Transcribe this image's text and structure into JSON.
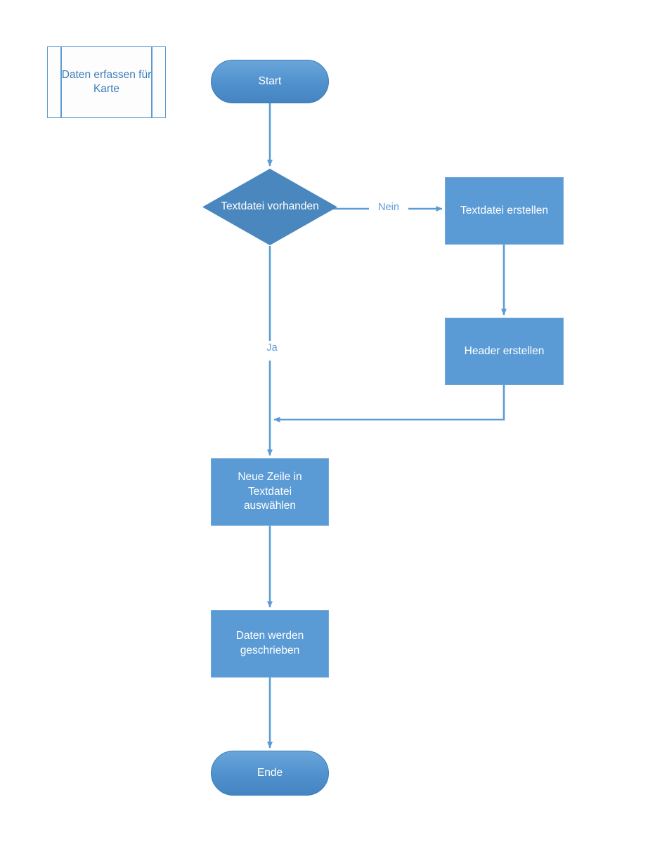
{
  "diagram": {
    "title_shape": {
      "label": "Daten erfassen für Karte",
      "shape": "predefined-process"
    },
    "colors": {
      "node_fill": "#5B9BD5",
      "node_text": "#FFFFFF",
      "connector": "#5B9BD5",
      "title_text": "#3C7CB8",
      "title_border": "#5B9BD5",
      "terminator_border": "#3D7EB9",
      "background": "#FFFFFF"
    },
    "nodes": [
      {
        "id": "start",
        "type": "terminator",
        "label": "Start"
      },
      {
        "id": "decision",
        "type": "decision",
        "label": "Textdatei vorhanden"
      },
      {
        "id": "create_file",
        "type": "process",
        "label": "Textdatei erstellen"
      },
      {
        "id": "create_header",
        "type": "process",
        "label": "Header erstellen"
      },
      {
        "id": "select_row",
        "type": "process",
        "label": "Neue Zeile in Textdatei auswählen"
      },
      {
        "id": "write_data",
        "type": "process",
        "label": "Daten werden geschrieben"
      },
      {
        "id": "end",
        "type": "terminator",
        "label": "Ende"
      }
    ],
    "edges": [
      {
        "from": "start",
        "to": "decision",
        "label": ""
      },
      {
        "from": "decision",
        "to": "create_file",
        "label": "Nein"
      },
      {
        "from": "decision",
        "to": "select_row",
        "label": "Ja"
      },
      {
        "from": "create_file",
        "to": "create_header",
        "label": ""
      },
      {
        "from": "create_header",
        "to": "select_row",
        "label": ""
      },
      {
        "from": "select_row",
        "to": "write_data",
        "label": ""
      },
      {
        "from": "write_data",
        "to": "end",
        "label": ""
      }
    ],
    "edge_labels": {
      "nein": "Nein",
      "ja": "Ja"
    }
  }
}
